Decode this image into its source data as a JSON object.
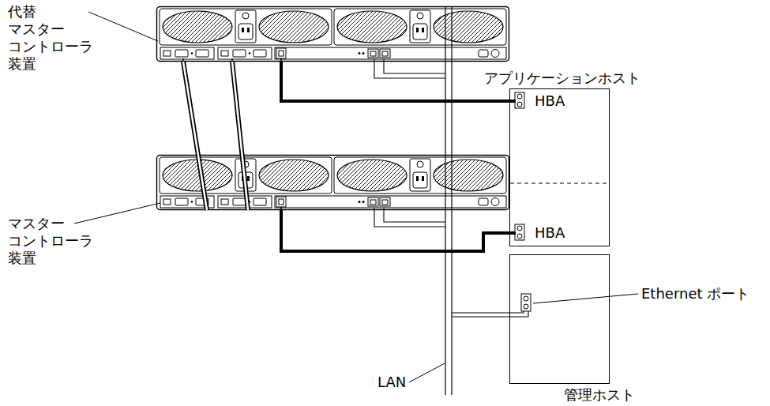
{
  "diagram": {
    "nodes": [
      {
        "text": [
          "代替 マスター コントローラ 装置"
        ]
      },
      {
        "text": [
          "マスター コントローラ 装置"
        ]
      },
      {
        "text": [
          "アプリケーションホスト"
        ]
      },
      {
        "text": [
          "HBA"
        ],
        "in": 2
      },
      {
        "text": [
          "HBA"
        ],
        "in": 2
      },
      {
        "text": [
          "管理ホスト"
        ]
      }
    ],
    "edges": [
      {
        "from": 0,
        "to": 3,
        "arrow": "none"
      },
      {
        "from": 1,
        "to": 4,
        "arrow": "none"
      },
      {
        "from": 0,
        "to": 1,
        "arrow": "none"
      },
      {
        "from": 0,
        "to": 1,
        "arrow": "none"
      }
    ],
    "labels": [
      "Ethernet ポート",
      "LAN"
    ]
  }
}
